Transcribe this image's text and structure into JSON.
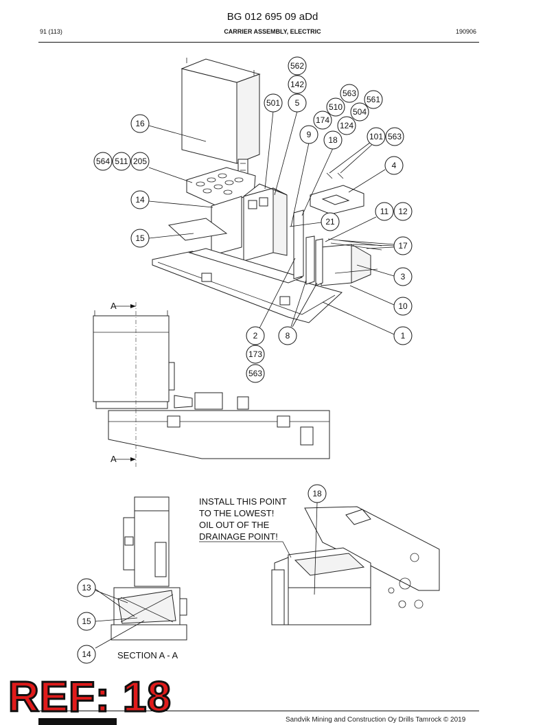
{
  "header": {
    "doc_id": "BG 012 695 09 aDd",
    "page": "91 (113)",
    "title": "CARRIER ASSEMBLY, ELECTRIC",
    "date": "190906"
  },
  "callouts": {
    "c562": "562",
    "c142": "142",
    "c563a": "563",
    "c561": "561",
    "c501": "501",
    "c5": "5",
    "c510": "510",
    "c504": "504",
    "c174": "174",
    "c124": "124",
    "c16": "16",
    "c9": "9",
    "c18a": "18",
    "c101": "101",
    "c563b": "563",
    "c564": "564",
    "c511": "511",
    "c205": "205",
    "c4": "4",
    "c14a": "14",
    "c11": "11",
    "c12": "12",
    "c21": "21",
    "c15a": "15",
    "c17": "17",
    "c3": "3",
    "c10": "10",
    "c2": "2",
    "c8": "8",
    "c1": "1",
    "c173": "173",
    "c563c": "563",
    "c18b": "18",
    "c13": "13",
    "c15b": "15",
    "c14b": "14"
  },
  "section_markers": {
    "top": "A",
    "bottom": "A"
  },
  "install_note": [
    "INSTALL THIS POINT",
    "TO THE LOWEST!",
    "OIL OUT OF THE",
    "DRAINAGE POINT!"
  ],
  "section_label": "SECTION  A - A",
  "ref_stamp": "REF: 18",
  "footer": {
    "copyright": "Sandvik Mining and Construction Oy Drills Tamrock © 2019"
  }
}
